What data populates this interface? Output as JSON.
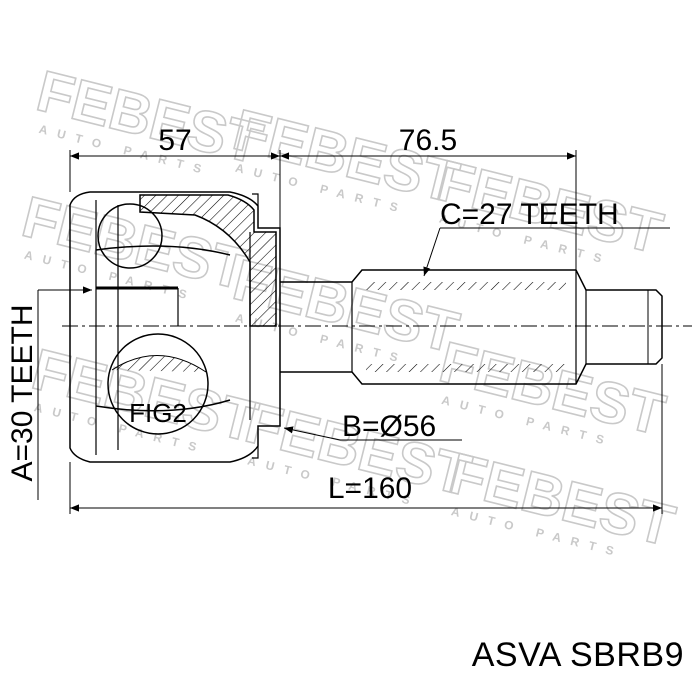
{
  "watermark": {
    "brand": "FEBEST",
    "sub": "AUTO PARTS"
  },
  "dimensions": {
    "top_left": "57",
    "top_right": "76.5",
    "c_teeth": "C=27 TEETH",
    "b_diameter": "B=Ø56",
    "a_teeth": "A=30 TEETH",
    "length": "L=160",
    "fig": "FIG2"
  },
  "caption": "ASVA SBRB9"
}
